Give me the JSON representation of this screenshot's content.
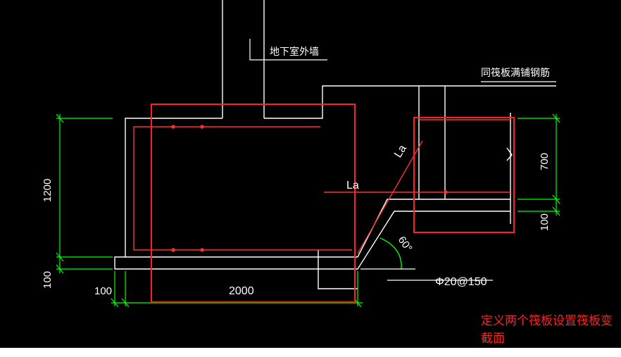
{
  "labels": {
    "outer_wall": "地下室外墙",
    "rebar_note": "同筏板满铺钢筋",
    "lap_diag": "La",
    "lap_horiz": "La",
    "angle": "60°",
    "rebar_spec": "Φ20@150"
  },
  "dimensions": {
    "left_height": "1200",
    "left_bottom": "100",
    "bottom_offset": "100",
    "bottom_width": "2000",
    "right_height": "700",
    "right_bottom": "100"
  },
  "annotation": {
    "note": "定义两个筏板设置筏板变截面"
  },
  "colors": {
    "background": "#000000",
    "lines": "#ffffff",
    "dimensions": "#00ff00",
    "rebar": "#ff3030",
    "highlight": "#ff2020"
  }
}
